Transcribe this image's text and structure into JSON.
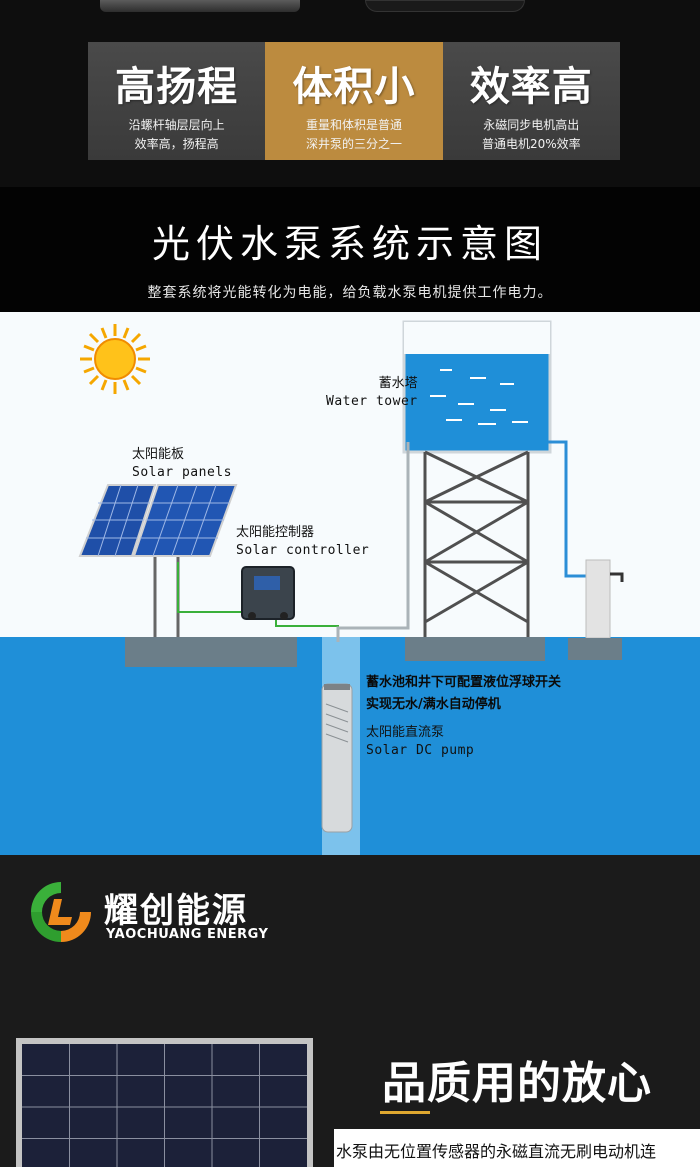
{
  "features": [
    {
      "title": "高扬程",
      "desc1": "沿螺杆轴层层向上",
      "desc2": "效率高，扬程高"
    },
    {
      "title": "体积小",
      "desc1": "重量和体积是普通",
      "desc2": "深井泵的三分之一"
    },
    {
      "title": "效率高",
      "desc1": "永磁同步电机高出",
      "desc2": "普通电机20%效率"
    }
  ],
  "diagram": {
    "title": "光伏水泵系统示意图",
    "subtitle": "整套系统将光能转化为电能，给负载水泵电机提供工作电力。",
    "water_tower": {
      "cn": "蓄水塔",
      "en": "Water tower"
    },
    "solar_panels": {
      "cn": "太阳能板",
      "en": "Solar panels"
    },
    "controller": {
      "cn": "太阳能控制器",
      "en": "Solar controller"
    },
    "float_note1": "蓄水池和井下可配置液位浮球开关",
    "float_note2": "实现无水/满水自动停机",
    "pump": {
      "cn": "太阳能直流泵",
      "en": "Solar DC pump"
    }
  },
  "brand": {
    "name_cn": "耀创能源",
    "name_en": "YAOCHUANG ENERGY",
    "quality_title": "品质用的放心",
    "quality_desc": "水泵由无位置传感器的永磁直流无刷电动机连"
  },
  "colors": {
    "gold": "#bc8b3f",
    "water": "#1f8fd8",
    "sky": "#f7fbfd",
    "logo_green": "#3ab03a",
    "logo_orange": "#f08a1c"
  },
  "icons": [
    "sun-icon",
    "solar-panel-icon",
    "controller-icon",
    "water-tower-icon",
    "faucet-icon",
    "pump-icon",
    "logo-icon"
  ]
}
